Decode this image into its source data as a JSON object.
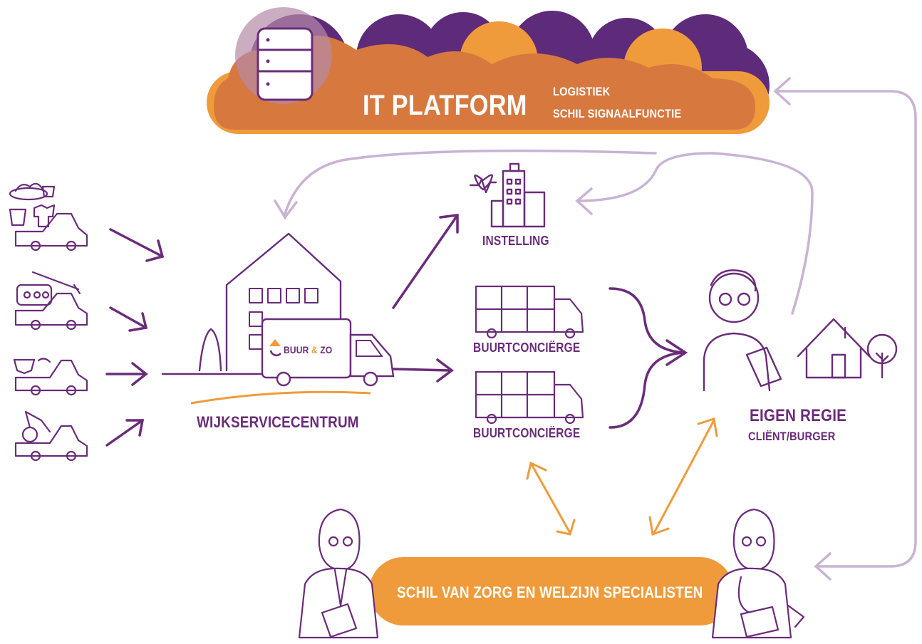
{
  "platform": {
    "title": "IT PLATFORM",
    "items": [
      "LOGISTIEK",
      "SCHIL SIGNAALFUNCTIE"
    ]
  },
  "nodes": {
    "instelling": "INSTELLING",
    "buurtconcierge_1": "BUURTCONCIËRGE",
    "buurtconcierge_2": "BUURTCONCIËRGE",
    "wijkservicecentrum": "WIJKSERVICECENTRUM",
    "eigen_regie": "EIGEN REGIE",
    "client_burger": "CLIËNT/BURGER",
    "schil": "SCHIL VAN ZORG EN WELZIJN SPECIALISTEN"
  },
  "truck_brand": {
    "name_left": "BUUR",
    "ampersand": "&",
    "name_right": "ZO"
  },
  "colors": {
    "purple": "#6a2c7a",
    "light_purple": "#c9b3d3",
    "orange": "#ef9b3b",
    "dark_orange": "#d7783f",
    "cloud_purple": "#5e2a7a"
  },
  "icons": [
    "database-icon",
    "hospital-icon",
    "building-icon",
    "truck-icon",
    "doctor-icon",
    "patient-icon",
    "house-icon",
    "tree-icon",
    "food-icon",
    "laundry-icon",
    "medication-icon",
    "diaper-icon",
    "walker-icon"
  ]
}
